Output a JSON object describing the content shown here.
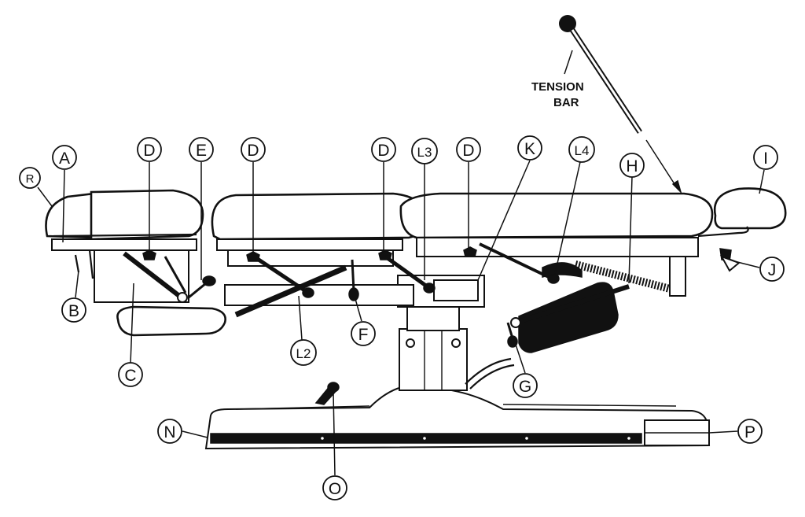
{
  "tension_bar": {
    "line1": "TENSION",
    "line2": "BAR"
  },
  "labels": {
    "R": "R",
    "A": "A",
    "B": "B",
    "C": "C",
    "D1": "D",
    "D2": "D",
    "D3": "D",
    "D4": "D",
    "E": "E",
    "F": "F",
    "G": "G",
    "H": "H",
    "I": "I",
    "J": "J",
    "K": "K",
    "L2": "L2",
    "L3": "L3",
    "L4": "L4",
    "N": "N",
    "O": "O",
    "P": "P"
  }
}
